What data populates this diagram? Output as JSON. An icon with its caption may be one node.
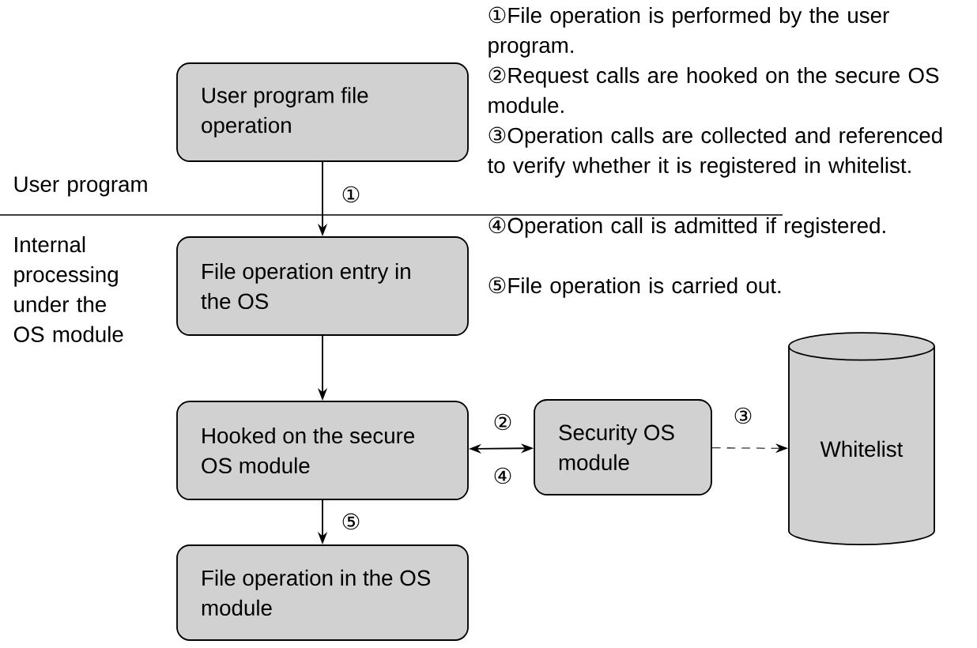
{
  "diagram": {
    "nodes": [
      {
        "text": [
          "User program file operation"
        ]
      },
      {
        "text": [
          "File operation entry in the OS"
        ]
      },
      {
        "text": [
          "Hooked on the secure OS module"
        ]
      },
      {
        "text": [
          "Security OS module"
        ]
      },
      {
        "text": [
          "Whitelist"
        ]
      },
      {
        "text": [
          "File operation in the OS module"
        ]
      }
    ],
    "edges": [
      {
        "from": 0,
        "to": 1,
        "arrow": "to",
        "label": "①"
      },
      {
        "from": 1,
        "to": 2,
        "arrow": "to"
      },
      {
        "from": 2,
        "to": 3,
        "arrow": "both",
        "label": "②"
      },
      {
        "from": 3,
        "to": 4,
        "arrow": "to",
        "label": "③",
        "style": "dashed"
      },
      {
        "from": 2,
        "to": 5,
        "arrow": "to",
        "label": "⑤"
      }
    ],
    "labels": [
      "①File operation is performed by the user program.",
      "②Request calls are hooked on the secure OS module.",
      "③Operation calls are collected and referenced to verify whether it is registered in whitelist.",
      "④Operation call is admitted if registered.",
      "⑤File operation is carried out.",
      "User program",
      "Internal processing under the OS module",
      "④"
    ]
  }
}
